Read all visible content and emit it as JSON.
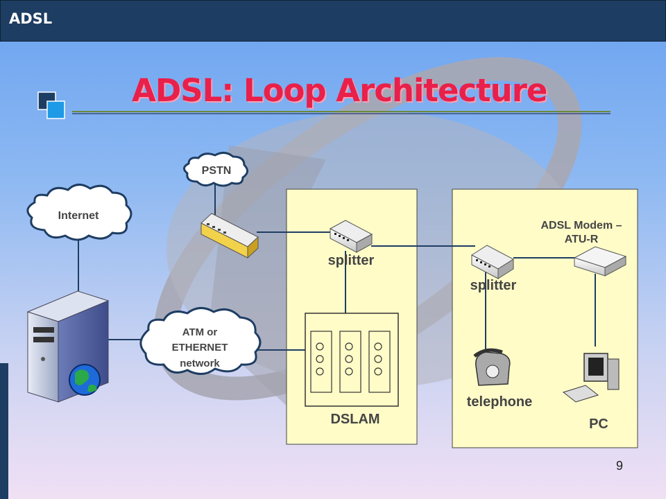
{
  "header": {
    "title": "ADSL"
  },
  "slide": {
    "title": "ADSL: Loop Architecture",
    "page_number": "9"
  },
  "diagram": {
    "nodes": {
      "internet": "Internet",
      "pstn": "PSTN",
      "atm_line1": "ATM or",
      "atm_line2": "ETHERNET",
      "atm_line3": "network",
      "splitter_co": "splitter",
      "splitter_home": "splitter",
      "dslam": "DSLAM",
      "modem_line1": "ADSL Modem –",
      "modem_line2": "ATU-R",
      "telephone": "telephone",
      "pc": "PC"
    }
  },
  "colors": {
    "header": "#1e3d62",
    "title": "#e8204a",
    "panel": "#fffcc8",
    "line": "#1e3d62"
  }
}
